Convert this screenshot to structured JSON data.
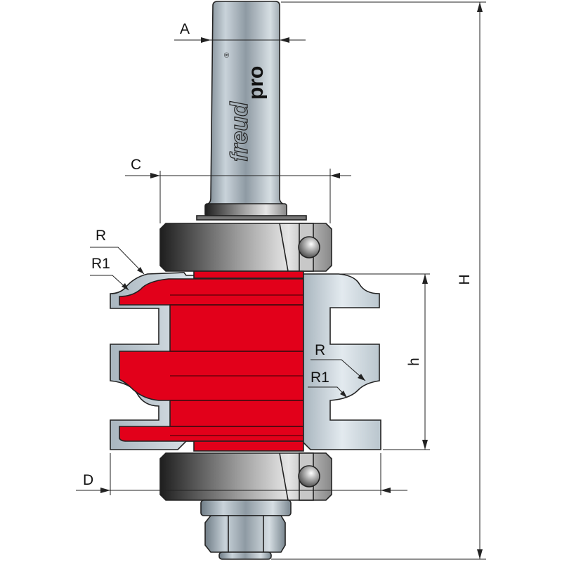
{
  "title": "Router bit dimension diagram",
  "labels": {
    "A": "A",
    "C": "C",
    "D": "D",
    "H": "H",
    "h": "h",
    "R_left": "R",
    "R1_left": "R1",
    "R_right": "R",
    "R1_right": "R1"
  },
  "brand": {
    "name": "freud",
    "suffix": "pro",
    "mark": "®"
  },
  "colors": {
    "cutter": "#e2001a",
    "profile": "#d4dde3",
    "steel": "#9aa7b0",
    "dark": "#2b2b2b"
  }
}
